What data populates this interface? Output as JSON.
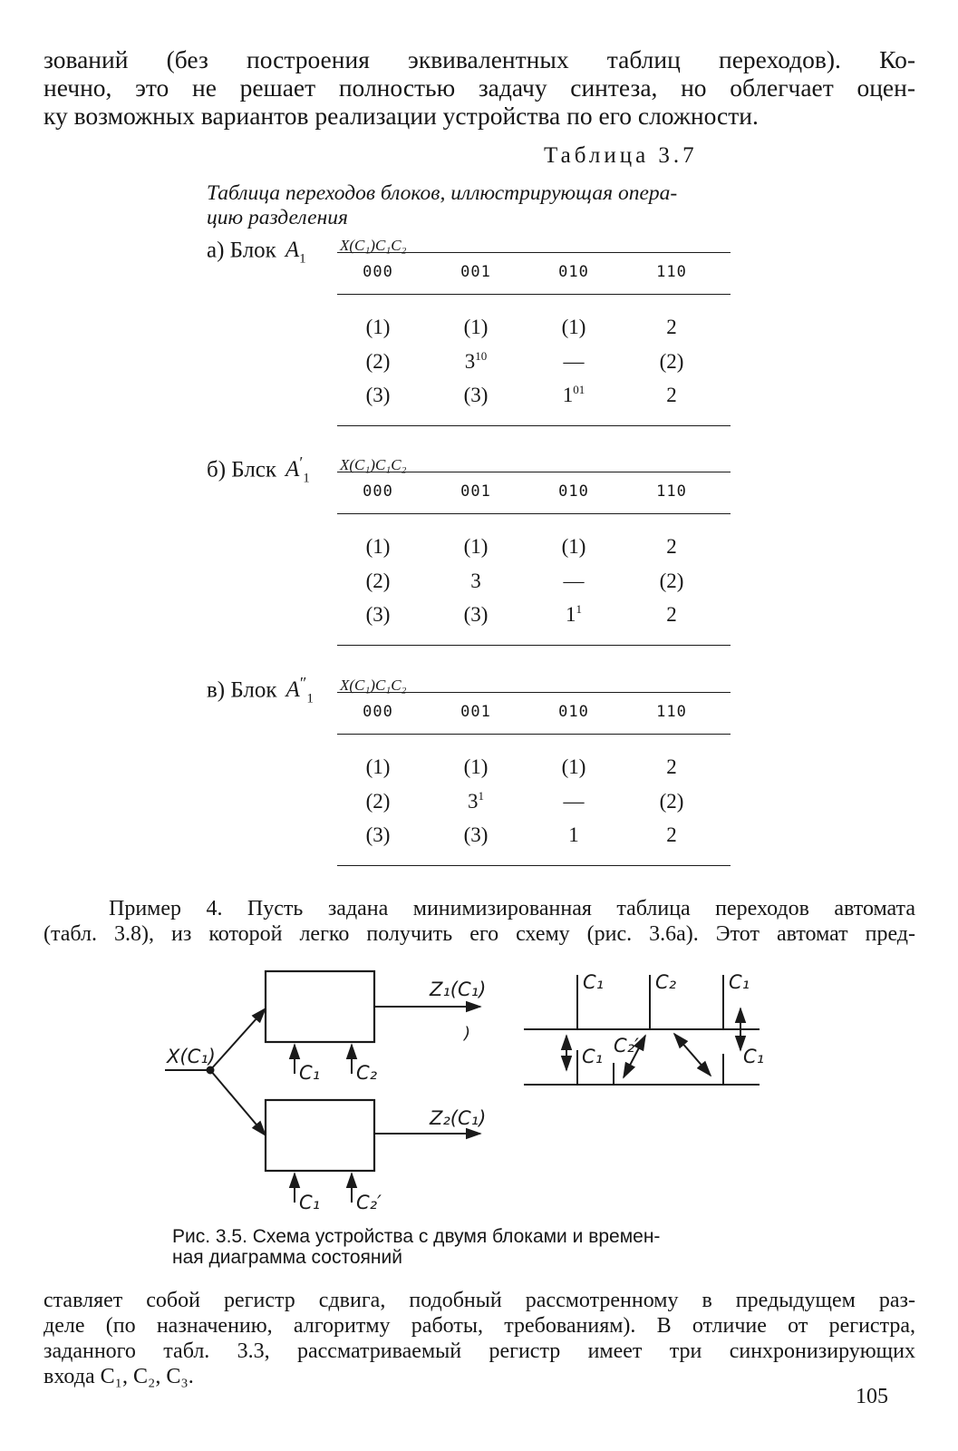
{
  "intro": {
    "lines": [
      "зований (без построения эквивалентных таблиц переходов). Ко-",
      "нечно, это не решает полностью задачу синтеза, но облегчает оцен-",
      "ку возможных вариантов реализации устройства по его сложности."
    ]
  },
  "table": {
    "number": "Таблица 3.7",
    "title_line1": "Таблица переходов блоков, иллюстрирующая опера-",
    "title_line2": "цию разделения",
    "blocks": [
      {
        "label_prefix": "а) Блок",
        "label_sym": "A",
        "label_sub": "1",
        "label_mark": "",
        "input_label": "X(C₁)C₁C₂",
        "headers": [
          "000",
          "001",
          "010",
          "110"
        ],
        "rows": [
          [
            {
              "t": "(1)",
              "s": ""
            },
            {
              "t": "(1)",
              "s": ""
            },
            {
              "t": "(1)",
              "s": ""
            },
            {
              "t": "2",
              "s": ""
            }
          ],
          [
            {
              "t": "(2)",
              "s": ""
            },
            {
              "t": "3",
              "s": "10"
            },
            {
              "t": "—",
              "s": ""
            },
            {
              "t": "(2)",
              "s": ""
            }
          ],
          [
            {
              "t": "(3)",
              "s": ""
            },
            {
              "t": "(3)",
              "s": ""
            },
            {
              "t": "1",
              "s": "01"
            },
            {
              "t": "2",
              "s": ""
            }
          ]
        ]
      },
      {
        "label_prefix": "б) Блск",
        "label_sym": "A",
        "label_sub": "1",
        "label_mark": "′",
        "input_label": "X(C₁)C₁C₂",
        "headers": [
          "000",
          "001",
          "010",
          "110"
        ],
        "rows": [
          [
            {
              "t": "(1)",
              "s": ""
            },
            {
              "t": "(1)",
              "s": ""
            },
            {
              "t": "(1)",
              "s": ""
            },
            {
              "t": "2",
              "s": ""
            }
          ],
          [
            {
              "t": "(2)",
              "s": ""
            },
            {
              "t": "3",
              "s": ""
            },
            {
              "t": "—",
              "s": ""
            },
            {
              "t": "(2)",
              "s": ""
            }
          ],
          [
            {
              "t": "(3)",
              "s": ""
            },
            {
              "t": "(3)",
              "s": ""
            },
            {
              "t": "1",
              "s": "1"
            },
            {
              "t": "2",
              "s": ""
            }
          ]
        ]
      },
      {
        "label_prefix": "в) Блок",
        "label_sym": "A",
        "label_sub": "1",
        "label_mark": "″",
        "input_label": "X(C₁)C₁C₂",
        "headers": [
          "000",
          "001",
          "010",
          "110"
        ],
        "rows": [
          [
            {
              "t": "(1)",
              "s": ""
            },
            {
              "t": "(1)",
              "s": ""
            },
            {
              "t": "(1)",
              "s": ""
            },
            {
              "t": "2",
              "s": ""
            }
          ],
          [
            {
              "t": "(2)",
              "s": ""
            },
            {
              "t": "3",
              "s": "1"
            },
            {
              "t": "—",
              "s": ""
            },
            {
              "t": "(2)",
              "s": ""
            }
          ],
          [
            {
              "t": "(3)",
              "s": ""
            },
            {
              "t": "(3)",
              "s": ""
            },
            {
              "t": "1",
              "s": ""
            },
            {
              "t": "2",
              "s": ""
            }
          ]
        ]
      }
    ]
  },
  "example": {
    "line1": "Пример 4. Пусть задана минимизированная таблица переходов автомата",
    "line2": "(табл. 3.8), из которой легко получить его схему (рис. 3.6а). Этот автомат пред-"
  },
  "figure": {
    "input_label": "X(C₁)",
    "out1": "Z₁(C₁)",
    "out2": "Z₂(C₁)",
    "b1_in1": "C₁",
    "b1_in2": "C₂",
    "b2_in1": "C₁",
    "b2_in2": "C₂′",
    "stray_mark": ")",
    "td_top1": "C₁",
    "td_top2": "C₂",
    "td_top3": "C₁",
    "td_bot1": "C₁",
    "td_bot2": "C₂′",
    "td_bot3": "C₁",
    "caption_line1": "Рис. 3.5. Схема устройства с двумя блоками и времен-",
    "caption_line2": "ная диаграмма состояний"
  },
  "closing": {
    "lines": [
      "ставляет собой регистр сдвига, подобный рассмотренному в предыдущем раз-",
      "деле (по назначению, алгоритму работы, требованиям). В отличие от регистра,",
      "заданного табл. 3.3, рассматриваемый регистр имеет три синхронизирующих",
      "входа C₁, C₂, C₃."
    ]
  },
  "page_number": "105"
}
